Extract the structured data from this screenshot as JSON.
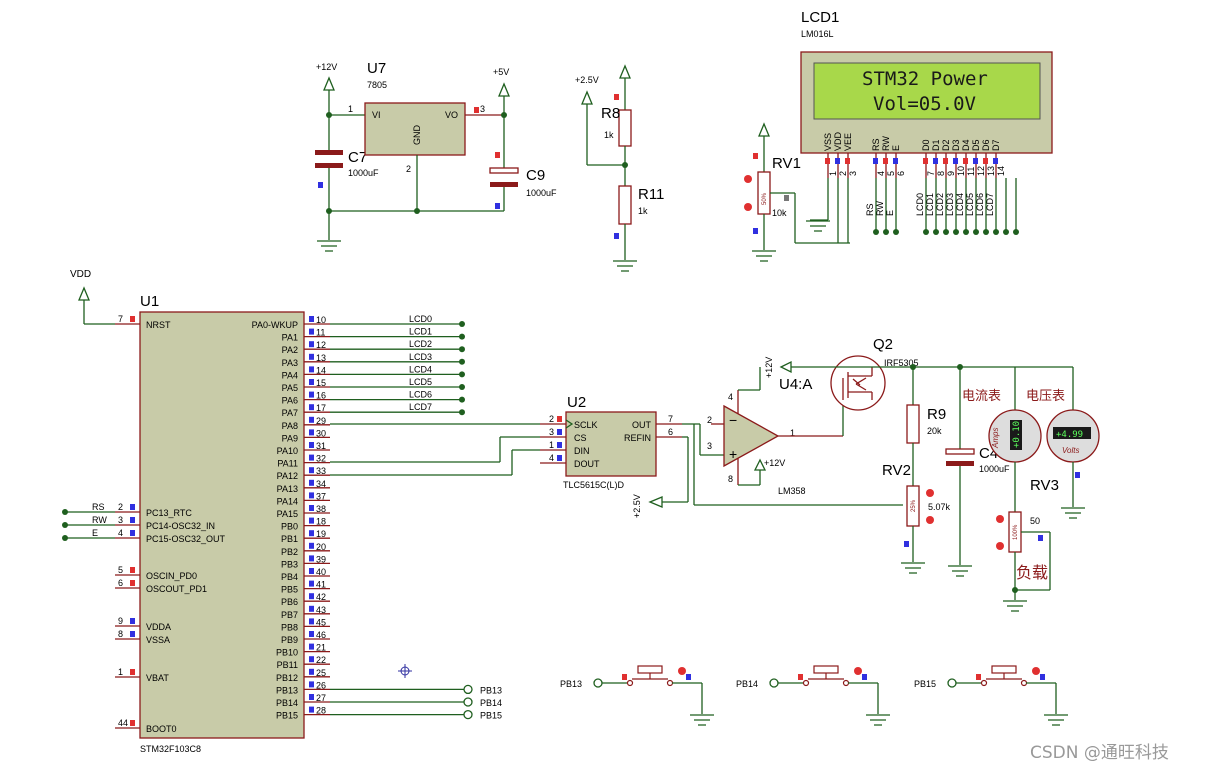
{
  "lcd": {
    "ref": "LCD1",
    "model": "LM016L",
    "line1": "STM32 Power",
    "line2": "Vol=05.0V",
    "pins": [
      "VSS",
      "VDD",
      "VEE",
      "RS",
      "RW",
      "E",
      "D0",
      "D1",
      "D2",
      "D3",
      "D4",
      "D5",
      "D6",
      "D7"
    ],
    "pin_nums": [
      "1",
      "2",
      "3",
      "4",
      "5",
      "6",
      "7",
      "8",
      "9",
      "10",
      "11",
      "12",
      "13",
      "14"
    ],
    "nets": [
      "RS",
      "RW",
      "E",
      "LCD0",
      "LCD1",
      "LCD2",
      "LCD3",
      "LCD4",
      "LCD5",
      "LCD6",
      "LCD7"
    ]
  },
  "u7": {
    "ref": "U7",
    "model": "7805",
    "vi": "VI",
    "vo": "VO",
    "gnd": "GND",
    "p1": "1",
    "p2": "2",
    "p3": "3"
  },
  "c7": {
    "ref": "C7",
    "value": "1000uF"
  },
  "c9": {
    "ref": "C9",
    "value": "1000uF"
  },
  "c4": {
    "ref": "C4",
    "value": "1000uF"
  },
  "r8": {
    "ref": "R8",
    "value": "1k"
  },
  "r11": {
    "ref": "R11",
    "value": "1k"
  },
  "r9": {
    "ref": "R9",
    "value": "20k"
  },
  "rv1": {
    "ref": "RV1",
    "value": "10k",
    "pct": "50%"
  },
  "rv2": {
    "ref": "RV2",
    "value": "5.07k",
    "pct": "25%"
  },
  "rv3": {
    "ref": "RV3",
    "value": "50",
    "pct": "100%"
  },
  "power": {
    "p12": "+12V",
    "p5": "+5V",
    "p25": "+2.5V",
    "vdd": "VDD"
  },
  "q2": {
    "ref": "Q2",
    "model": "IRF5305"
  },
  "u4": {
    "ref": "U4:A",
    "model": "LM358",
    "p12a": "+12V",
    "p12b": "+12V",
    "pin1": "1",
    "pin2": "2",
    "pin3": "3",
    "pin4": "4",
    "pin8": "8"
  },
  "u2": {
    "ref": "U2",
    "model": "TLC5615C(L)D",
    "pins_l": [
      "SCLK",
      "CS",
      "DIN",
      "DOUT"
    ],
    "pins_r": [
      "OUT",
      "REFIN"
    ],
    "nums_l": [
      "2",
      "3",
      "1",
      "4"
    ],
    "nums_r": [
      "7",
      "6"
    ],
    "vref": "+2.5V"
  },
  "u1": {
    "ref": "U1",
    "model": "STM32F103C8",
    "left": [
      [
        "7",
        "NRST"
      ],
      [
        "2",
        "PC13_RTC"
      ],
      [
        "3",
        "PC14-OSC32_IN"
      ],
      [
        "4",
        "PC15-OSC32_OUT"
      ],
      [
        "5",
        "OSCIN_PD0"
      ],
      [
        "6",
        "OSCOUT_PD1"
      ],
      [
        "9",
        "VDDA"
      ],
      [
        "8",
        "VSSA"
      ],
      [
        "1",
        "VBAT"
      ],
      [
        "44",
        "BOOT0"
      ]
    ],
    "right": [
      [
        "10",
        "PA0-WKUP"
      ],
      [
        "11",
        "PA1"
      ],
      [
        "12",
        "PA2"
      ],
      [
        "13",
        "PA3"
      ],
      [
        "14",
        "PA4"
      ],
      [
        "15",
        "PA5"
      ],
      [
        "16",
        "PA6"
      ],
      [
        "17",
        "PA7"
      ],
      [
        "29",
        "PA8"
      ],
      [
        "30",
        "PA9"
      ],
      [
        "31",
        "PA10"
      ],
      [
        "32",
        "PA11"
      ],
      [
        "33",
        "PA12"
      ],
      [
        "34",
        "PA13"
      ],
      [
        "37",
        "PA14"
      ],
      [
        "38",
        "PA15"
      ],
      [
        "18",
        "PB0"
      ],
      [
        "19",
        "PB1"
      ],
      [
        "20",
        "PB2"
      ],
      [
        "39",
        "PB3"
      ],
      [
        "40",
        "PB4"
      ],
      [
        "41",
        "PB5"
      ],
      [
        "42",
        "PB6"
      ],
      [
        "43",
        "PB7"
      ],
      [
        "45",
        "PB8"
      ],
      [
        "46",
        "PB9"
      ],
      [
        "21",
        "PB10"
      ],
      [
        "22",
        "PB11"
      ],
      [
        "25",
        "PB12"
      ],
      [
        "26",
        "PB13"
      ],
      [
        "27",
        "PB14"
      ],
      [
        "28",
        "PB15"
      ]
    ],
    "left_nets": [
      "RS",
      "RW",
      "E"
    ],
    "lcd_nets": [
      "LCD0",
      "LCD1",
      "LCD2",
      "LCD3",
      "LCD4",
      "LCD5",
      "LCD6",
      "LCD7"
    ],
    "pb_nets": [
      "PB13",
      "PB14",
      "PB15"
    ]
  },
  "meters": {
    "amps_label": "电流表",
    "volts_label": "电压表",
    "amps_value": "+0.10",
    "volts_value": "+4.99",
    "amps_unit": "Amps",
    "volts_unit": "Volts"
  },
  "load_label": "负载",
  "buttons": [
    "PB13",
    "PB14",
    "PB15"
  ],
  "watermark": "CSDN @通旺科技",
  "colors": {
    "wire": "#1f5f1f",
    "pin": "#8b1a1a",
    "body": "#c8cba8",
    "lcd_screen": "#a8d84a"
  }
}
